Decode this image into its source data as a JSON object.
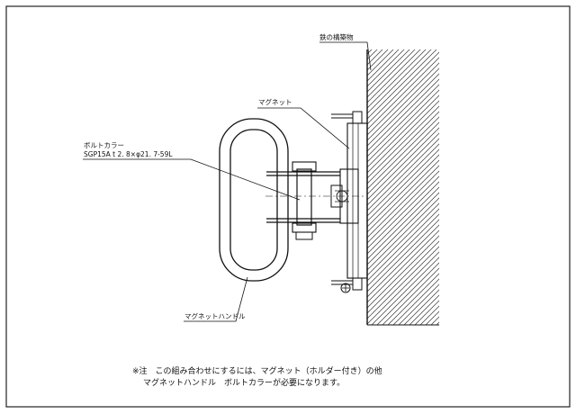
{
  "labels": {
    "wall": "鉄の構築物",
    "magnet": "マグネット",
    "bolt_collar_name": "ボルトカラー",
    "bolt_collar_spec": "SGP15A t 2. 8×φ21. 7-59L",
    "handle": "マグネットハンドル"
  },
  "note": {
    "line1": "※注　この組み合わせにするには、マグネット（ホルダー付き）の他",
    "line2": "マグネットハンドル　ボルトカラーが必要になります。"
  }
}
